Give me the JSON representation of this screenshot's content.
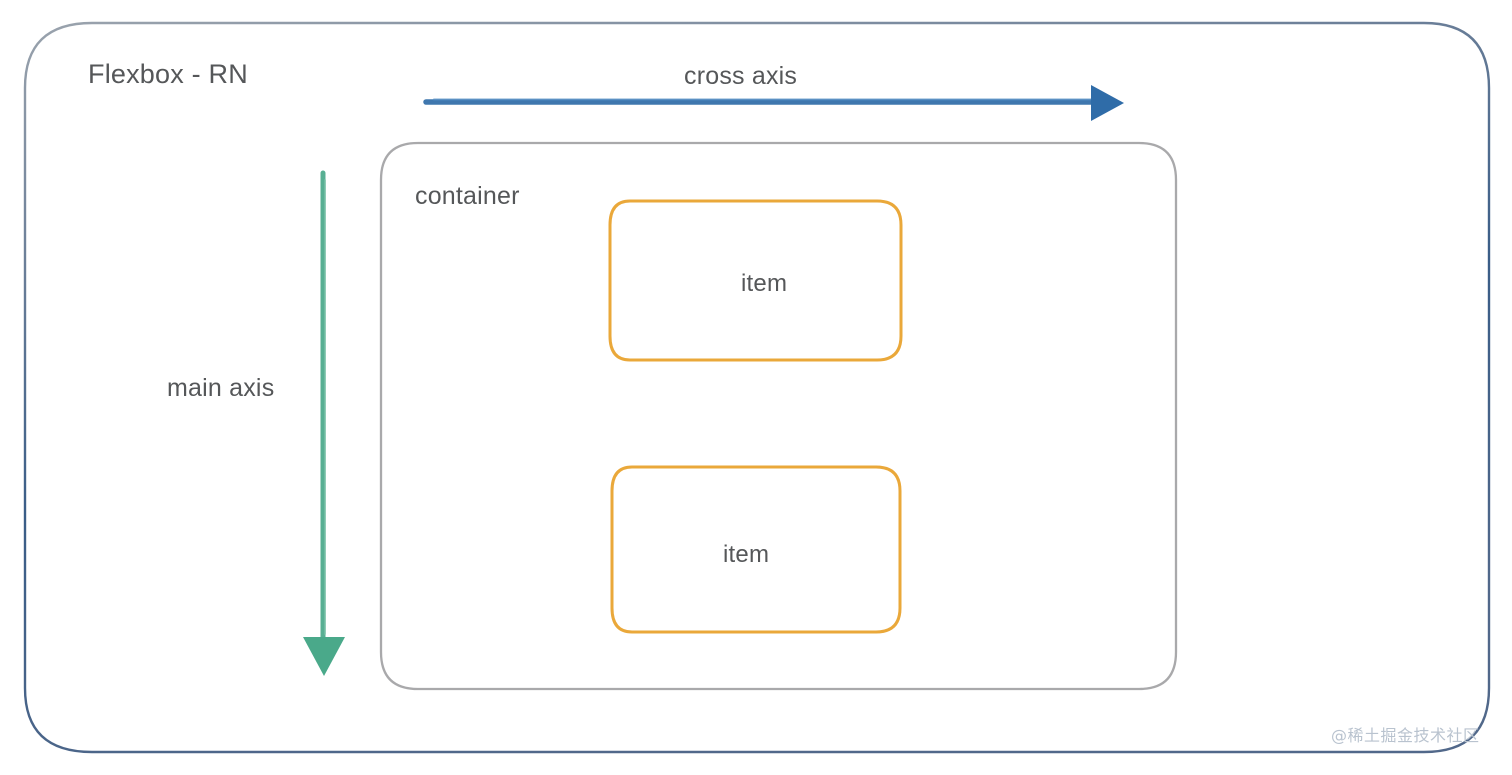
{
  "diagram": {
    "title": "Flexbox - RN",
    "outer_border_color": "#3a5d87",
    "background": "#ffffff",
    "axes": [
      {
        "name": "cross-axis",
        "label": "cross axis",
        "color": "#2f6ca8",
        "direction": "right",
        "orientation": "horizontal"
      },
      {
        "name": "main-axis",
        "label": "main axis",
        "color": "#4aa98a",
        "direction": "down",
        "orientation": "vertical"
      }
    ],
    "container": {
      "label": "container",
      "border_color": "#a9a9ab",
      "items": [
        {
          "label": "item",
          "border_color": "#eaa83a"
        },
        {
          "label": "item",
          "border_color": "#eaa83a"
        }
      ]
    },
    "watermark": "@稀土掘金技术社区"
  }
}
